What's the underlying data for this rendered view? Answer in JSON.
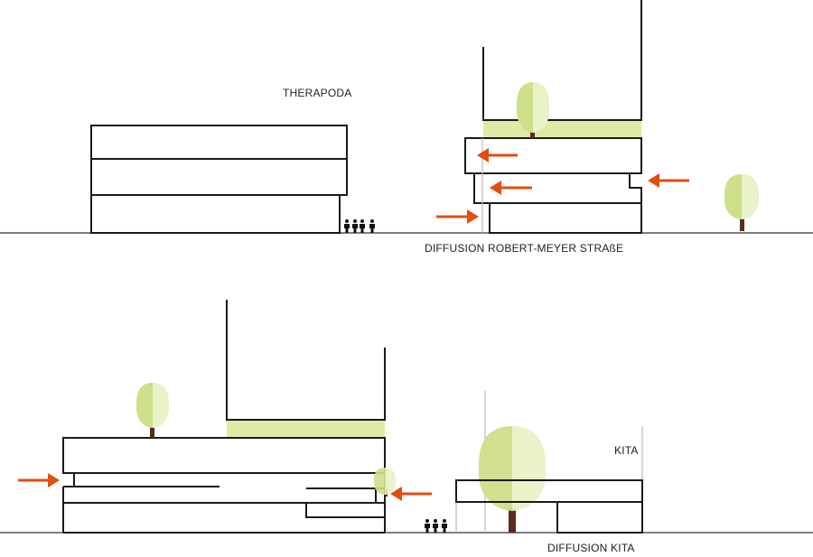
{
  "labels": {
    "therapoda": "THERAPODA",
    "top_caption": "DIFFUSION ROBERT-MEYER STRAßE",
    "kita": "KITA",
    "bottom_caption": "DIFFUSION KITA"
  },
  "colors": {
    "arrow": "#e04e12",
    "tree_dark": "#cfe08a",
    "tree_light": "#e9f2c8",
    "trunk": "#5a2a20",
    "green_band": "#dfeaa6"
  }
}
